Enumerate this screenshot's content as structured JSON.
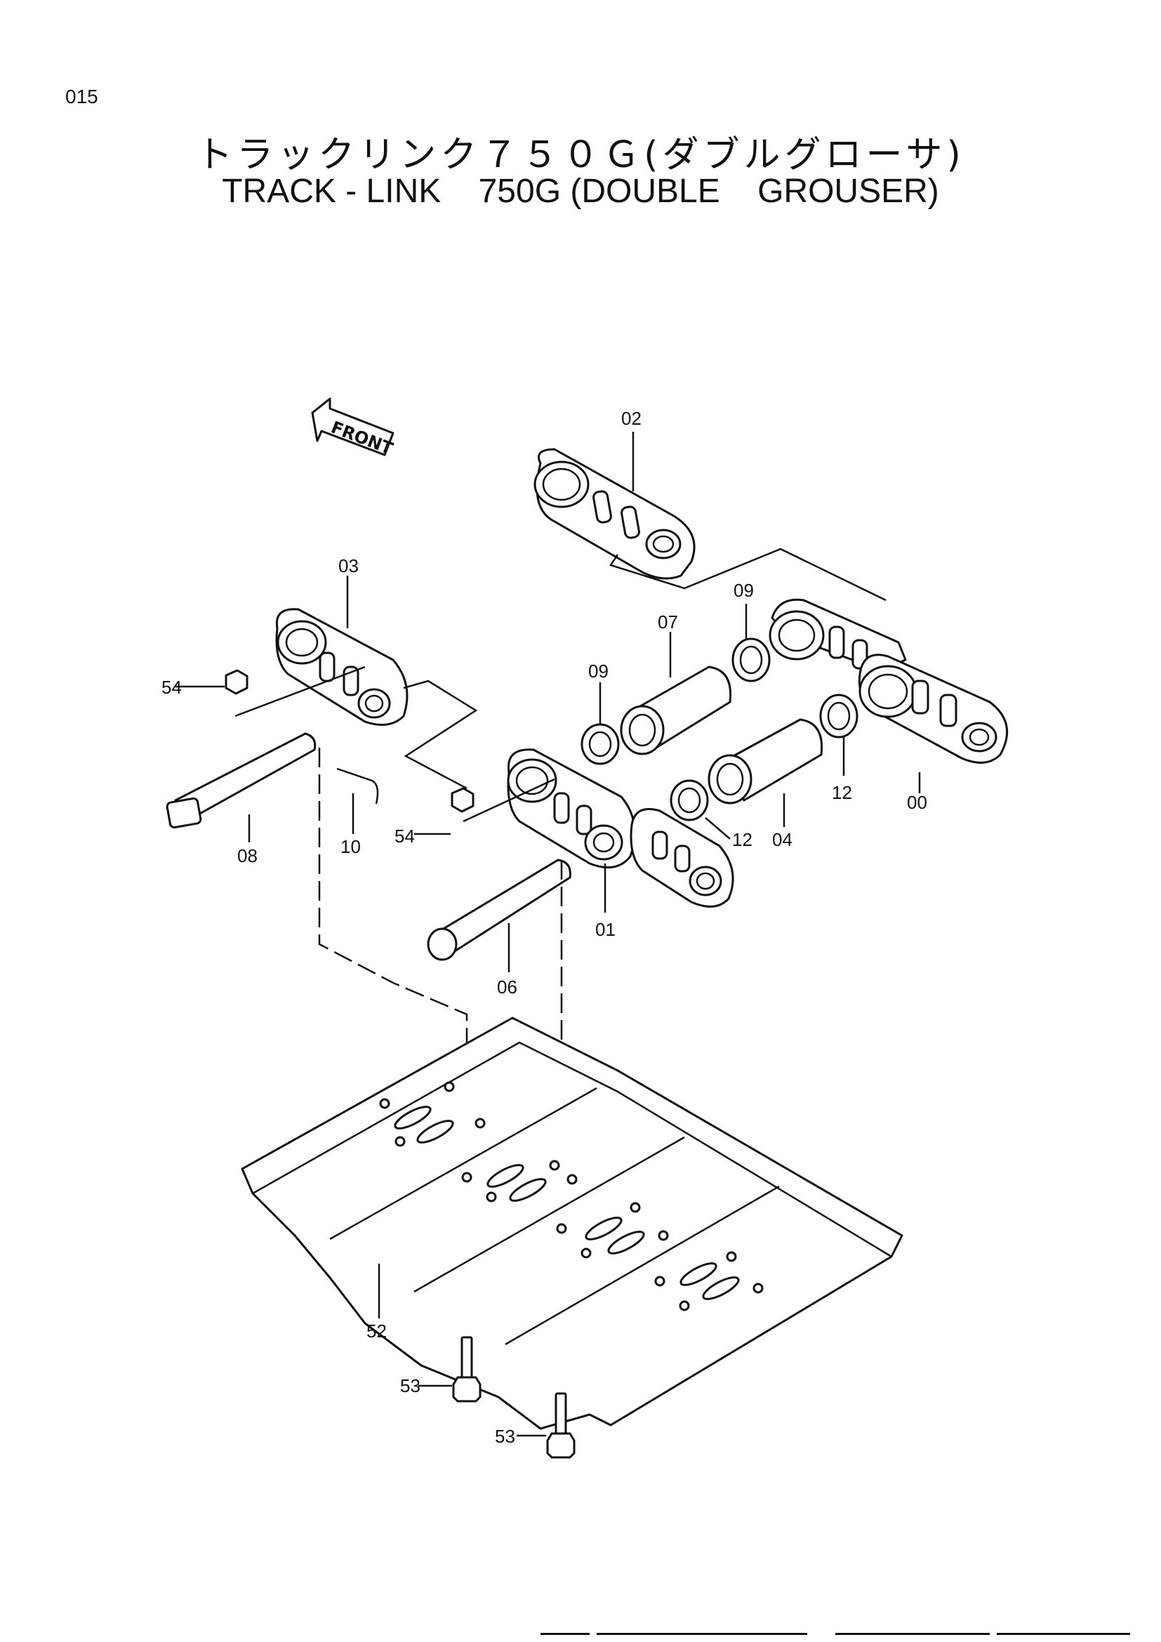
{
  "page": {
    "number": "015",
    "title_jp": "トラックリンク７５０Ｇ(ダブルグローサ)",
    "title_en": "TRACK - LINK    750G (DOUBLE    GROUSER)",
    "front_label": "FRONT"
  },
  "callouts": {
    "c02": "02",
    "c03": "03",
    "c54a": "54",
    "c54b": "54",
    "c09a": "09",
    "c09b": "09",
    "c07": "07",
    "c08": "08",
    "c10": "10",
    "c12a": "12",
    "c12b": "12",
    "c04": "04",
    "c00": "00",
    "c01": "01",
    "c06": "06",
    "c52": "52",
    "c53a": "53",
    "c53b": "53"
  }
}
